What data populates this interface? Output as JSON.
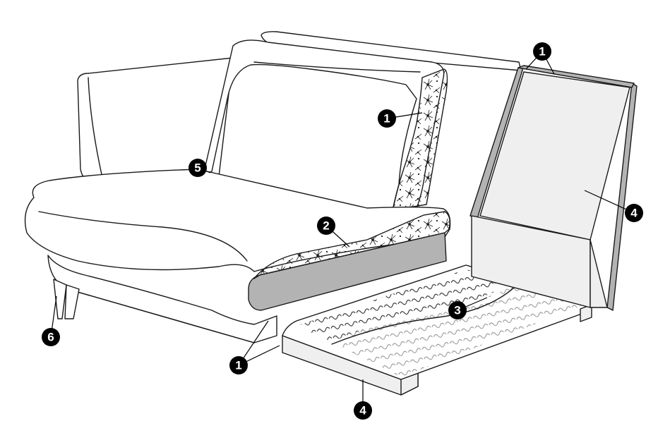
{
  "callouts": [
    {
      "id": "c1a",
      "label": "1"
    },
    {
      "id": "c1b",
      "label": "1"
    },
    {
      "id": "c1c",
      "label": "1"
    },
    {
      "id": "c2",
      "label": "2"
    },
    {
      "id": "c3",
      "label": "3"
    },
    {
      "id": "c4a",
      "label": "4"
    },
    {
      "id": "c4b",
      "label": "4"
    },
    {
      "id": "c5",
      "label": "5"
    },
    {
      "id": "c6",
      "label": "6"
    }
  ],
  "colors": {
    "outline": "#1a1a1a",
    "badge": "#000000",
    "foam_dark": "#b3b3b3",
    "foam_light": "#efefef",
    "spring_fill": "#ffffff"
  }
}
